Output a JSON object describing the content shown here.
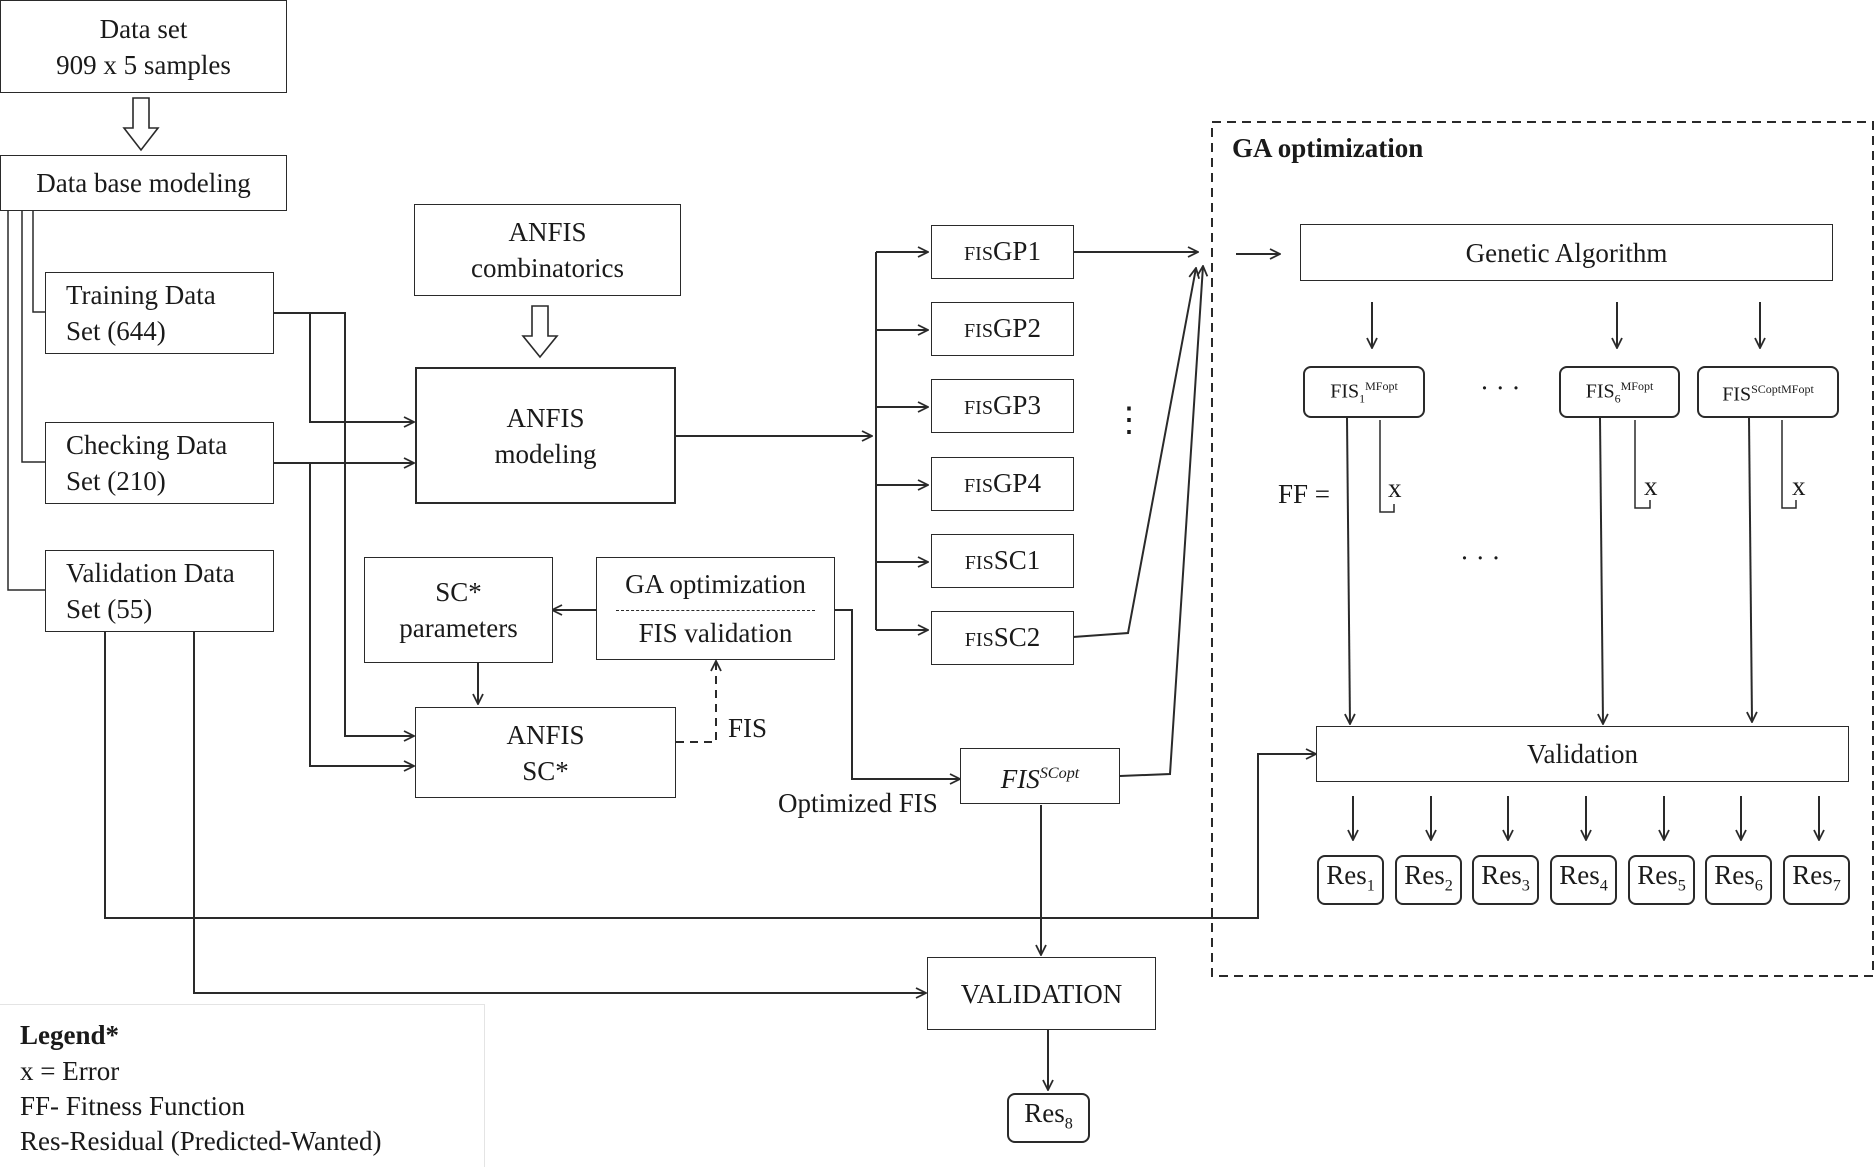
{
  "data_set": {
    "line1": "Data set",
    "line2": "909 x 5 samples"
  },
  "db_modeling": "Data base modeling",
  "training": {
    "line1": "Training Data",
    "line2": "Set (644)"
  },
  "checking": {
    "line1": "Checking Data",
    "line2": "Set (210)"
  },
  "validation_set": {
    "line1": "Validation Data",
    "line2": "Set (55)"
  },
  "anfis_comb": {
    "line1": "ANFIS",
    "line2": "combinatorics"
  },
  "anfis_modeling": {
    "line1": "ANFIS",
    "line2": "modeling"
  },
  "sc_params": {
    "line1": "SC*",
    "line2": "parameters"
  },
  "ga_box": {
    "top": "GA optimization",
    "bottom": "FIS validation"
  },
  "anfis_sc": {
    "line1": "ANFIS",
    "line2": "SC*"
  },
  "fis_label": "FIS",
  "optimized_fis": "Optimized FIS",
  "fis_scopt": {
    "base": "FIS",
    "sup": "SCopt"
  },
  "fis_list": [
    {
      "prefix": "FIS",
      "name": "GP1"
    },
    {
      "prefix": "FIS",
      "name": "GP2"
    },
    {
      "prefix": "FIS",
      "name": "GP3"
    },
    {
      "prefix": "FIS",
      "name": "GP4"
    },
    {
      "prefix": "FIS",
      "name": "SC1"
    },
    {
      "prefix": "FIS",
      "name": "SC2"
    }
  ],
  "vdots": "⋮",
  "ga_panel": {
    "title": "GA optimization",
    "genetic": "Genetic Algorithm",
    "fis1": {
      "base": "FIS",
      "sub": "1",
      "sup": "MFopt"
    },
    "fis6": {
      "base": "FIS",
      "sub": "6",
      "sup": "MFopt"
    },
    "fis_sc": {
      "base": "FIS",
      "sup": "SCoptMFopt"
    },
    "hdots": "· · ·",
    "ff": "FF =",
    "x": "x",
    "validation": "Validation",
    "res": [
      "1",
      "2",
      "3",
      "4",
      "5",
      "6",
      "7"
    ],
    "res_base": "Res"
  },
  "validation_main": "VALIDATION",
  "res8": {
    "base": "Res",
    "sub": "8"
  },
  "legend": {
    "title": "Legend*",
    "items": [
      "x = Error",
      "FF- Fitness Function",
      "Res-Residual (Predicted-Wanted)"
    ]
  },
  "colors": {
    "line": "#2a2a2a",
    "background": "#ffffff"
  }
}
